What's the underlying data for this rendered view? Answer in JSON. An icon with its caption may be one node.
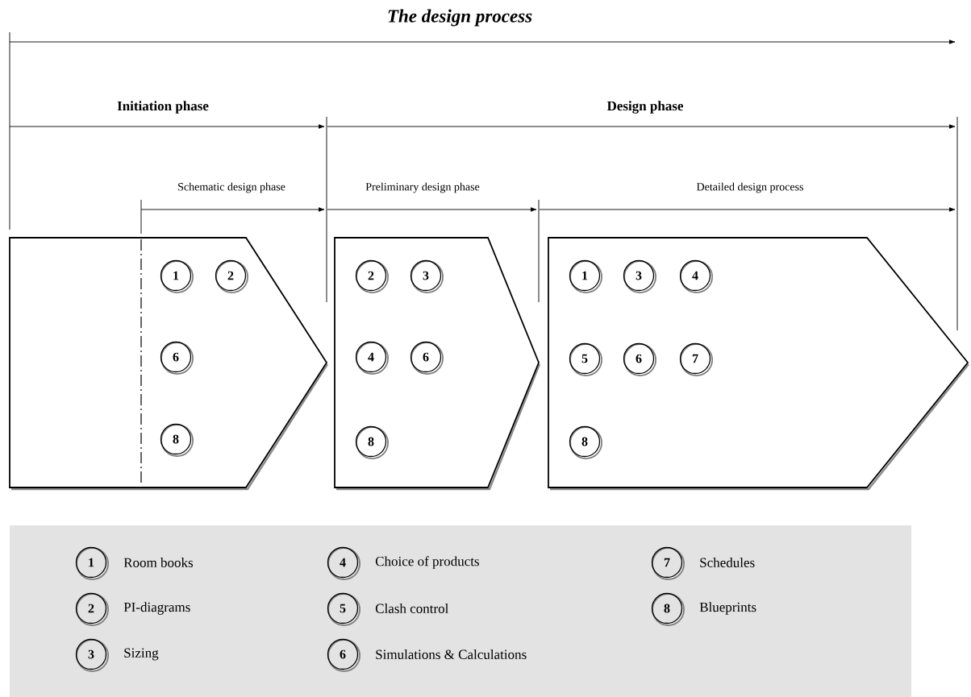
{
  "diagram": {
    "title": "The design process",
    "nodes": [
      {
        "text": [],
        "shape": "pentagon"
      },
      {
        "text": [
          "1"
        ],
        "in": 0
      },
      {
        "text": [
          "2"
        ],
        "in": 0
      },
      {
        "text": [
          "6"
        ],
        "in": 0
      },
      {
        "text": [
          "8"
        ],
        "in": 0
      },
      {
        "text": [],
        "shape": "pentagon"
      },
      {
        "text": [
          "2"
        ],
        "in": 5
      },
      {
        "text": [
          "3"
        ],
        "in": 5
      },
      {
        "text": [
          "4"
        ],
        "in": 5
      },
      {
        "text": [
          "6"
        ],
        "in": 5
      },
      {
        "text": [
          "8"
        ],
        "in": 5
      },
      {
        "text": [],
        "shape": "pentagon"
      },
      {
        "text": [
          "1"
        ],
        "in": 11
      },
      {
        "text": [
          "3"
        ],
        "in": 11
      },
      {
        "text": [
          "4"
        ],
        "in": 11
      },
      {
        "text": [
          "5"
        ],
        "in": 11
      },
      {
        "text": [
          "6"
        ],
        "in": 11
      },
      {
        "text": [
          "7"
        ],
        "in": 11
      },
      {
        "text": [
          "8"
        ],
        "in": 11
      },
      {
        "text": [],
        "shape": "box"
      },
      {
        "text": [
          "1"
        ],
        "in": 19,
        "beside": [
          "Room books"
        ]
      },
      {
        "text": [
          "4"
        ],
        "in": 19,
        "beside": [
          "Choice of products"
        ]
      },
      {
        "text": [
          "7"
        ],
        "in": 19,
        "beside": [
          "Schedules"
        ]
      },
      {
        "text": [
          "2"
        ],
        "in": 19,
        "beside": [
          "PI-diagrams"
        ]
      },
      {
        "text": [
          "5"
        ],
        "in": 19,
        "beside": [
          "Clash control"
        ]
      },
      {
        "text": [
          "8"
        ],
        "in": 19,
        "beside": [
          "Blueprints"
        ]
      },
      {
        "text": [
          "3"
        ],
        "in": 19,
        "beside": [
          "Sizing"
        ]
      },
      {
        "text": [
          "6"
        ],
        "in": 19,
        "beside": [
          "Simulations & Calculations"
        ]
      }
    ],
    "labels": [
      "Initiation phase",
      "Design phase",
      "Schematic design phase",
      "Preliminary design phase",
      "Detailed design process"
    ]
  }
}
